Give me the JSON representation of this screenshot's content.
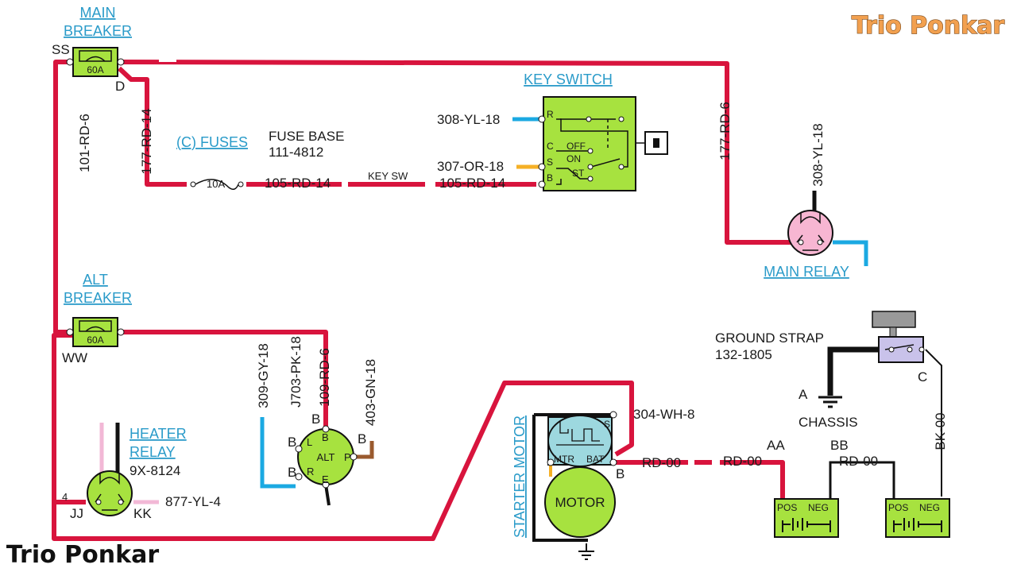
{
  "watermark": {
    "top": "Trio Ponkar",
    "bottom": "Trio Ponkar"
  },
  "components": {
    "main_breaker": {
      "title1": "MAIN",
      "title2": "BREAKER",
      "rating": "60A",
      "term_in": "SS",
      "term_out": "D"
    },
    "alt_breaker": {
      "title1": "ALT",
      "title2": "BREAKER",
      "rating": "60A",
      "term": "WW"
    },
    "fuses": {
      "title": "(C) FUSES",
      "base1": "FUSE BASE",
      "base2": "111-4812",
      "rating": "10A"
    },
    "key_switch": {
      "title": "KEY SWITCH",
      "pins": [
        "R",
        "C",
        "S",
        "B"
      ],
      "positions": [
        "OFF",
        "ON",
        "ST"
      ]
    },
    "main_relay": {
      "title": "MAIN RELAY"
    },
    "heater_relay": {
      "title1": "HEATER",
      "title2": "RELAY",
      "part": "9X-8124",
      "term_left": "JJ",
      "term_right": "KK",
      "pin": "4"
    },
    "alternator": {
      "label": "ALT",
      "pins": [
        "L",
        "B",
        "E",
        "P",
        "R",
        "B",
        "B",
        "B"
      ]
    },
    "starter": {
      "title": "STARTER MOTOR",
      "motor": "MOTOR",
      "mtr": "MTR",
      "bat": "BAT",
      "s": "S",
      "b": "B"
    },
    "ground_strap": {
      "title1": "GROUND STRAP",
      "title2": "132-1805",
      "term_a": "A",
      "term_c": "C",
      "chassis": "CHASSIS"
    },
    "batteries": {
      "pos": "POS",
      "neg": "NEG",
      "aa": "AA",
      "bb": "BB"
    }
  },
  "wires": {
    "w101": "101-RD-6",
    "w177a": "177-RD-14",
    "w177b": "177-RD-6",
    "w105a": "105-RD-14",
    "keysw": "KEY SW",
    "w105b": "105-RD-14",
    "w308a": "308-YL-18",
    "w307": "307-OR-18",
    "w308b": "308-YL-18",
    "w309": "309-GY-18",
    "wj703": "J703-PK-18",
    "w109": "109-RD-6",
    "w403": "403-GN-18",
    "w877": "877-YL-4",
    "w304": "304-WH-8",
    "rd00a": "RD-00",
    "rd00b": "RD-00",
    "rd00c": "RD-00",
    "bk00": "BK-00"
  },
  "colors": {
    "red": "#d8143d",
    "blue": "#1ba9e2",
    "orange": "#f5b026",
    "pink": "#f2b8d6",
    "brown": "#9a5a2e",
    "green_comp": "#a7e23f",
    "relay_pink": "#f7b6d2",
    "starter_blue": "#9dd8df",
    "ground_purple": "#c9c2ea",
    "black": "#111111"
  }
}
